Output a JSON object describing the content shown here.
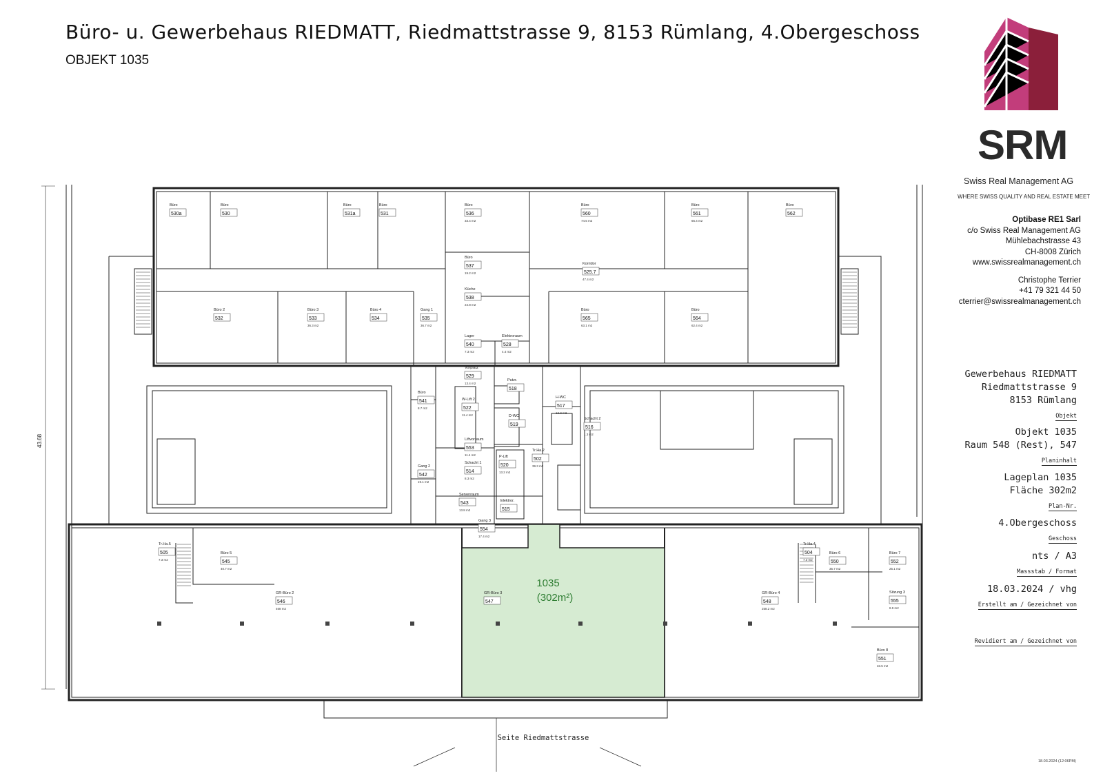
{
  "header": {
    "title": "Büro- u. Gewerbehaus RIEDMATT, Riedmattstrasse 9, 8153 Rümlang, 4.Obergeschoss",
    "object": "OBJEKT 1035"
  },
  "brand": {
    "logo_text": "SRM",
    "company": "Swiss Real Management AG",
    "tagline": "WHERE SWISS QUALITY AND REAL ESTATE MEET",
    "colors": {
      "light": "#c23d7b",
      "dark": "#8b1f3a"
    }
  },
  "contact": {
    "name": "Optibase RE1 Sarl",
    "lines": [
      "c/o Swiss Real Management AG",
      "Mühlebachstrasse 43",
      "CH-8008 Zürich",
      "www.swissrealmanagement.ch"
    ],
    "person": "Christophe Terrier",
    "phone": "+41 79 321 44 50",
    "email": "cterrier@swissrealmanagement.ch"
  },
  "title_block": {
    "building": [
      "Gewerbehaus RIEDMATT",
      "Riedmattstrasse 9",
      "8153 Rümlang"
    ],
    "building_label": "Objekt",
    "content": [
      "Objekt 1035",
      "Raum 548 (Rest), 547"
    ],
    "content_label": "Planinhalt",
    "plan": [
      "Lageplan 1035",
      "Fläche 302m2"
    ],
    "plan_label": "Plan-Nr.",
    "floor": "4.Obergeschoss",
    "floor_label": "Geschoss",
    "scale": "nts / A3",
    "scale_label": "Massstab / Format",
    "created": "18.03.2024 / vhg",
    "created_label": "Erstellt am / Gezeichnet von",
    "revised_label": "Revidiert am / Gezeichnet von"
  },
  "plan": {
    "highlight_color": "#d6ebd2",
    "highlight_label": "1035",
    "highlight_area": "(302m²)",
    "dimension": "43.68",
    "street": "Seite Riedmattstrasse",
    "stamp": "18.03.2024    (12:06PM)",
    "rooms": [
      {
        "name": "Büro",
        "num": "530a",
        "area": ""
      },
      {
        "name": "Büro",
        "num": "530",
        "area": ""
      },
      {
        "name": "Büro",
        "num": "531a",
        "area": ""
      },
      {
        "name": "Büro",
        "num": "531",
        "area": ""
      },
      {
        "name": "Büro",
        "num": "536",
        "area": "33.4 m2"
      },
      {
        "name": "Büro",
        "num": "560",
        "area": "74.5 m2"
      },
      {
        "name": "Büro",
        "num": "561",
        "area": "66.4 m2"
      },
      {
        "name": "Büro",
        "num": "562",
        "area": ""
      },
      {
        "name": "Büro",
        "num": "537",
        "area": "19.2 m2"
      },
      {
        "name": "Korridor",
        "num": "525.7",
        "area": "47.4 m2"
      },
      {
        "name": "Büro 2",
        "num": "532",
        "area": ""
      },
      {
        "name": "Büro 3",
        "num": "533",
        "area": "36.3 m2"
      },
      {
        "name": "Büro 4",
        "num": "534",
        "area": ""
      },
      {
        "name": "Gang 1",
        "num": "535",
        "area": "36.7 m2"
      },
      {
        "name": "Küche",
        "num": "538",
        "area": "24.8 m2"
      },
      {
        "name": "Büro",
        "num": "565",
        "area": "63.1 m2"
      },
      {
        "name": "Büro",
        "num": "564",
        "area": "62.4 m2"
      },
      {
        "name": "Lager",
        "num": "540",
        "area": "7.3 m2"
      },
      {
        "name": "Elektroraum",
        "num": "528",
        "area": "4.4 m2"
      },
      {
        "name": "Vorplatz",
        "num": "529",
        "area": "13.4 m2"
      },
      {
        "name": "Putzr.",
        "num": "518",
        "area": ""
      },
      {
        "name": "H-WC",
        "num": "517",
        "area": "12.2 m2"
      },
      {
        "name": "Büro",
        "num": "541",
        "area": "8.7 m2"
      },
      {
        "name": "W-Lift 2",
        "num": "522",
        "area": "11.4 m2"
      },
      {
        "name": "D-WC",
        "num": "519",
        "area": ""
      },
      {
        "name": "Schacht 2",
        "num": "516",
        "area": "1.3 m2"
      },
      {
        "name": "Liftvorraum",
        "num": "553",
        "area": "11.4 m2"
      },
      {
        "name": "P-Lift",
        "num": "520",
        "area": "13.2 m2"
      },
      {
        "name": "Tr.Ha.2",
        "num": "502",
        "area": "39.3 m2"
      },
      {
        "name": "Schacht 1",
        "num": "514",
        "area": "8.3 m2"
      },
      {
        "name": "Gang 2",
        "num": "542",
        "area": "19.1 m2"
      },
      {
        "name": "Serverraum",
        "num": "543",
        "area": "13.8 m2"
      },
      {
        "name": "Elektror.",
        "num": "515",
        "area": ""
      },
      {
        "name": "Gang 3",
        "num": "554",
        "area": "17.4 m2"
      },
      {
        "name": "Tr.Ha.5",
        "num": "505",
        "area": "7.3 m2"
      },
      {
        "name": "Büro 5",
        "num": "545",
        "area": "40.7 m2"
      },
      {
        "name": "GR-Büro 2",
        "num": "546",
        "area": "468 m2"
      },
      {
        "name": "GR-Büro 3",
        "num": "547",
        "area": ""
      },
      {
        "name": "GR-Büro 4",
        "num": "548",
        "area": "258.2 m2"
      },
      {
        "name": "Tr.Ha.4",
        "num": "504",
        "area": "7.3 m2"
      },
      {
        "name": "Büro 6",
        "num": "550",
        "area": "35.7 m2"
      },
      {
        "name": "Büro 7",
        "num": "552",
        "area": "25.1 m2"
      },
      {
        "name": "Sitzung 3",
        "num": "555",
        "area": "8.9 m2"
      },
      {
        "name": "Büro 8",
        "num": "551",
        "area": "33.5 m2"
      }
    ]
  }
}
